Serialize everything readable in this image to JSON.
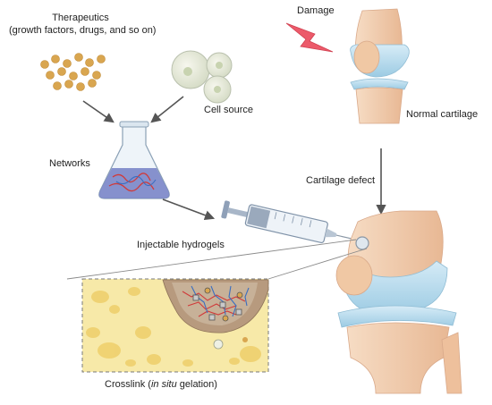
{
  "labels": {
    "therapeutics_line1": "Therapeutics",
    "therapeutics_line2": "(growth factors, drugs, and so on)",
    "damage": "Damage",
    "cell_source": "Cell source",
    "normal_cartilage": "Normal cartilage",
    "networks": "Networks",
    "cartilage_defect": "Cartilage defect",
    "injectable_hydrogels": "Injectable hydrogels",
    "crosslink_prefix": "Crosslink (",
    "crosslink_italic": "in situ",
    "crosslink_suffix": " gelation)"
  },
  "colors": {
    "particle": "#d9a650",
    "flask_liquid": "#7a86c8",
    "network_red": "#d03a3a",
    "network_blue": "#3a6ec0",
    "damage_bolt": "#ec5a6a",
    "cartilage": "#b9dced",
    "bone": "#f3d3b6",
    "hydrogel_yellow": "#f7e9a8",
    "arrow": "#555555"
  }
}
